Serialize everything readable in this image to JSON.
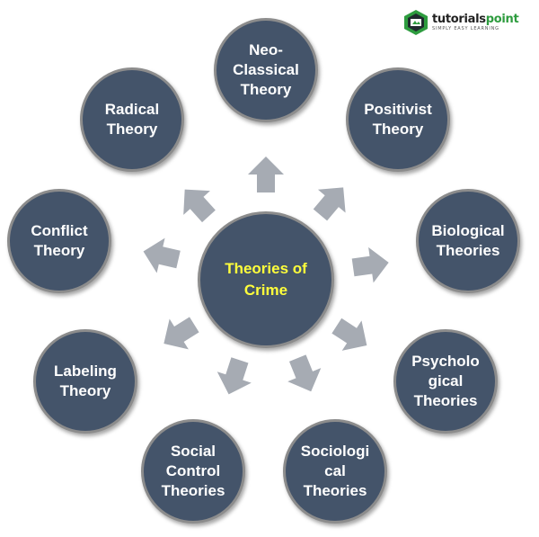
{
  "brand": {
    "name_part1": "tutorials",
    "name_part2": "point",
    "tagline": "SIMPLY EASY LEARNING",
    "accent_color": "#2e9c3f"
  },
  "center": {
    "label": "Theories of\nCrime",
    "text_color": "#ffff3b"
  },
  "nodes": [
    {
      "id": "neo-classical",
      "label": "Neo-\nClassical\nTheory"
    },
    {
      "id": "positivist",
      "label": "Positivist\nTheory"
    },
    {
      "id": "biological",
      "label": "Biological\nTheories"
    },
    {
      "id": "psychological",
      "label": "Psycholo\ngical\nTheories"
    },
    {
      "id": "sociological",
      "label": "Sociologi\ncal\nTheories"
    },
    {
      "id": "social-control",
      "label": "Social\nControl\nTheories"
    },
    {
      "id": "labeling",
      "label": "Labeling\nTheory"
    },
    {
      "id": "conflict",
      "label": "Conflict\nTheory"
    },
    {
      "id": "radical",
      "label": "Radical\nTheory"
    }
  ],
  "colors": {
    "node_fill": "#44546a",
    "node_border": "#8c8c8c",
    "arrow_fill": "#a6abb3"
  }
}
